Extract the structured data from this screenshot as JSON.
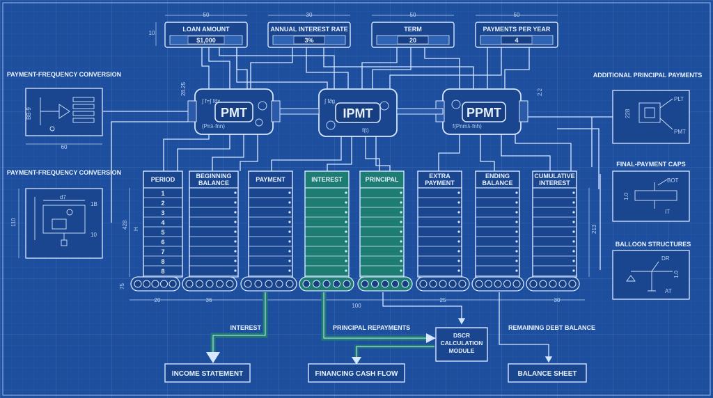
{
  "inputs": [
    {
      "label": "LOAN AMOUNT",
      "value": "$1,000",
      "dim": "50"
    },
    {
      "label": "ANNUAL INTEREST RATE",
      "value": "3%",
      "dim": "30"
    },
    {
      "label": "TERM",
      "value": "20",
      "dim": "50"
    },
    {
      "label": "PAYMENTS PER YEAR",
      "value": "4",
      "dim": "50"
    }
  ],
  "input_height_dim": "10",
  "functions": [
    "PMT",
    "IPMT",
    "PPMT"
  ],
  "function_dims": {
    "left": "28.25",
    "right": "2.2"
  },
  "left_panels": [
    {
      "title": "PAYMENT-FREQUENCY CONVERSION",
      "dim": "60",
      "side_dim": "BB-9"
    },
    {
      "title": "PAYMENT-FREQUENCY CONVERSION",
      "dim": "110",
      "inner_dims": [
        "d7",
        "1B",
        "10"
      ]
    }
  ],
  "right_panels": [
    {
      "title": "ADDITIONAL PRINCIPAL PAYMENTS",
      "labels": [
        "PLT",
        "PMT"
      ],
      "dim": "228"
    },
    {
      "title": "FINAL-PAYMENT CAPS",
      "labels": [
        "BOT",
        "IT"
      ],
      "dim": "1.0"
    },
    {
      "title": "BALLOON STRUCTURES",
      "labels": [
        "DR",
        "AT"
      ],
      "dim": "1.0"
    }
  ],
  "table": {
    "columns": [
      "PERIOD",
      "BEGINNING BALANCE",
      "PAYMENT",
      "INTEREST",
      "PRINCIPAL",
      "EXTRA PAYMENT",
      "ENDING BALANCE",
      "CUMULATIVE INTEREST"
    ],
    "periods": [
      "1",
      "2",
      "3",
      "4",
      "5",
      "6",
      "7",
      "8",
      "8"
    ],
    "dims": {
      "height": "428",
      "h": "H",
      "right": "213",
      "base": "75"
    },
    "bottom_dims": [
      "20",
      "36",
      "100",
      "25",
      "30"
    ]
  },
  "flows": {
    "interest": "INTEREST",
    "principal": "PRINCIPAL REPAYMENTS",
    "remaining": "REMAINING DEBT BALANCE"
  },
  "dscr": "DSCR CALCULATION MODULE",
  "outputs": [
    "INCOME STATEMENT",
    "FINANCING CASH FLOW",
    "BALANCE SHEET"
  ],
  "colors": {
    "background": "#1d4f9e",
    "line": "#d7e7ff",
    "highlight": "#1e7d73",
    "box": "#1a4690"
  }
}
